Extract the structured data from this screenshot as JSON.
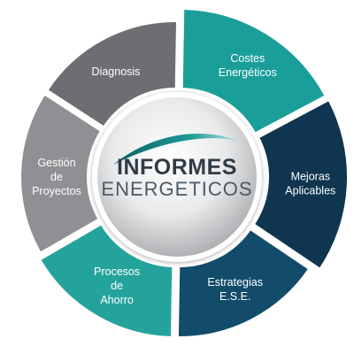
{
  "center": {
    "title_line1": "INFORMES",
    "title_line2": "ENERGETICOS",
    "swoosh_color": "#1b9a96",
    "text_color": "#2f3c47",
    "text_color_light": "#4c5a66"
  },
  "segments": [
    {
      "id": "costes",
      "lines": [
        "Costes",
        "Energéticos"
      ],
      "color": "#1a9e99"
    },
    {
      "id": "mejoras",
      "lines": [
        "Mejoras",
        "Aplicables"
      ],
      "color": "#0f3550"
    },
    {
      "id": "estrategias",
      "lines": [
        "Estrategias",
        "E.S.E."
      ],
      "color": "#124c6a"
    },
    {
      "id": "procesos",
      "lines": [
        "Procesos",
        "de",
        "Ahorro"
      ],
      "color": "#24a39c"
    },
    {
      "id": "gestion",
      "lines": [
        "Gestión",
        "de",
        "Proyectos"
      ],
      "color": "#8f9093"
    },
    {
      "id": "diagnosis",
      "lines": [
        "Diagnosis"
      ],
      "color": "#6d6e71"
    }
  ]
}
